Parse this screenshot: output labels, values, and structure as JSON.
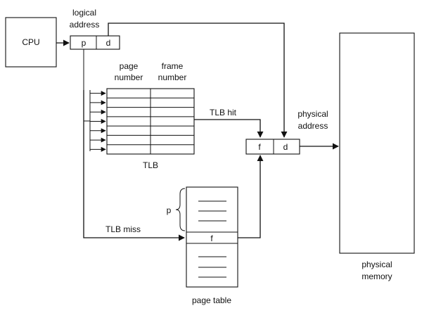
{
  "cpu": {
    "label": "CPU"
  },
  "logical_address": {
    "line1": "logical",
    "line2": "address",
    "p": "p",
    "d": "d"
  },
  "tlb": {
    "col1_line1": "page",
    "col1_line2": "number",
    "col2_line1": "frame",
    "col2_line2": "number",
    "caption": "TLB",
    "rows": 7
  },
  "tlb_hit": "TLB hit",
  "tlb_miss": "TLB miss",
  "physical_address": {
    "line1": "physical",
    "line2": "address",
    "f": "f",
    "d": "d"
  },
  "page_table": {
    "caption": "page table",
    "p_label": "p",
    "f": "f"
  },
  "physical_memory": {
    "line1": "physical",
    "line2": "memory"
  }
}
